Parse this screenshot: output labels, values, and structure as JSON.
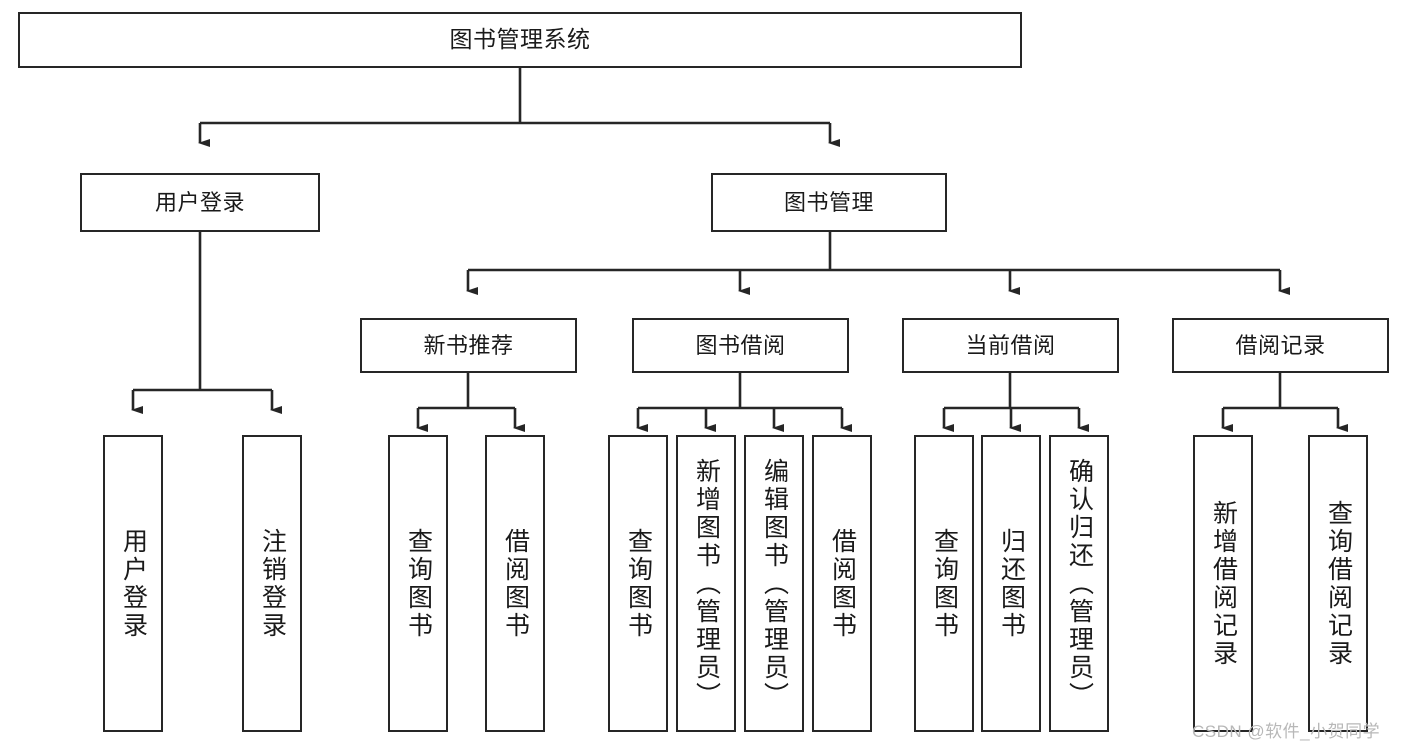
{
  "diagram": {
    "title": "图书管理系统",
    "type": "tree-hierarchy-diagram",
    "colors": {
      "box_border": "#262626",
      "box_fill": "#ffffff",
      "connector": "#262626",
      "text": "#1a1a1a",
      "watermark": "#b8b8b8",
      "background": "#ffffff"
    },
    "root": {
      "label": "图书管理系统"
    },
    "level2": [
      {
        "label": "用户登录"
      },
      {
        "label": "图书管理"
      }
    ],
    "level3": [
      {
        "label": "新书推荐"
      },
      {
        "label": "图书借阅"
      },
      {
        "label": "当前借阅"
      },
      {
        "label": "借阅记录"
      }
    ],
    "leaves_user_login": [
      {
        "label": "用户登录"
      },
      {
        "label": "注销登录"
      }
    ],
    "leaves_new_book": [
      {
        "label": "查询图书"
      },
      {
        "label": "借阅图书"
      }
    ],
    "leaves_borrow": [
      {
        "label": "查询图书"
      },
      {
        "label": "新增图书（管理员）"
      },
      {
        "label": "编辑图书（管理员）"
      },
      {
        "label": "借阅图书"
      }
    ],
    "leaves_current": [
      {
        "label": "查询图书"
      },
      {
        "label": "归还图书"
      },
      {
        "label": "确认归还（管理员）"
      }
    ],
    "leaves_records": [
      {
        "label": "新增借阅记录"
      },
      {
        "label": "查询借阅记录"
      }
    ],
    "watermark": "CSDN @软件_小贺同学"
  }
}
